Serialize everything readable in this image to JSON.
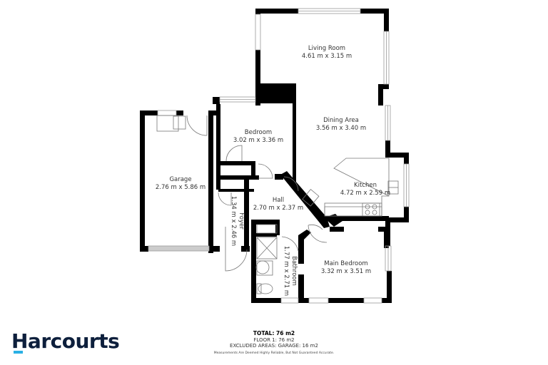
{
  "rooms": [
    {
      "name": "Living Room",
      "dims": "4.61 m x 3.15 m"
    },
    {
      "name": "Dining Area",
      "dims": "3.56 m x 3.40 m"
    },
    {
      "name": "Bedroom",
      "dims": "3.02 m x 3.36 m"
    },
    {
      "name": "Garage",
      "dims": "2.76 m x 5.86 m"
    },
    {
      "name": "Kitchen",
      "dims": "4.72 m x 2.59 m"
    },
    {
      "name": "Hall",
      "dims": "2.70 m x 2.37 m"
    },
    {
      "name": "Foyer",
      "dims": "1.34 m x 2.46 m"
    },
    {
      "name": "Bathroom",
      "dims": "1.77 m x 2.71 m"
    },
    {
      "name": "Main Bedroom",
      "dims": "3.32 m x 3.51 m"
    }
  ],
  "summary": {
    "total": "TOTAL: 76 m2",
    "floor1": "FLOOR 1: 76 m2",
    "excluded": "EXCLUDED AREAS: GARAGE: 16 m2",
    "disclaimer": "Measurements Are Deemed Highly Reliable, But Not Guaranteed Accurate."
  },
  "brand": {
    "name": "Harcourts",
    "text_color": "#0d1f3c",
    "accent_color": "#2ab0e4"
  }
}
